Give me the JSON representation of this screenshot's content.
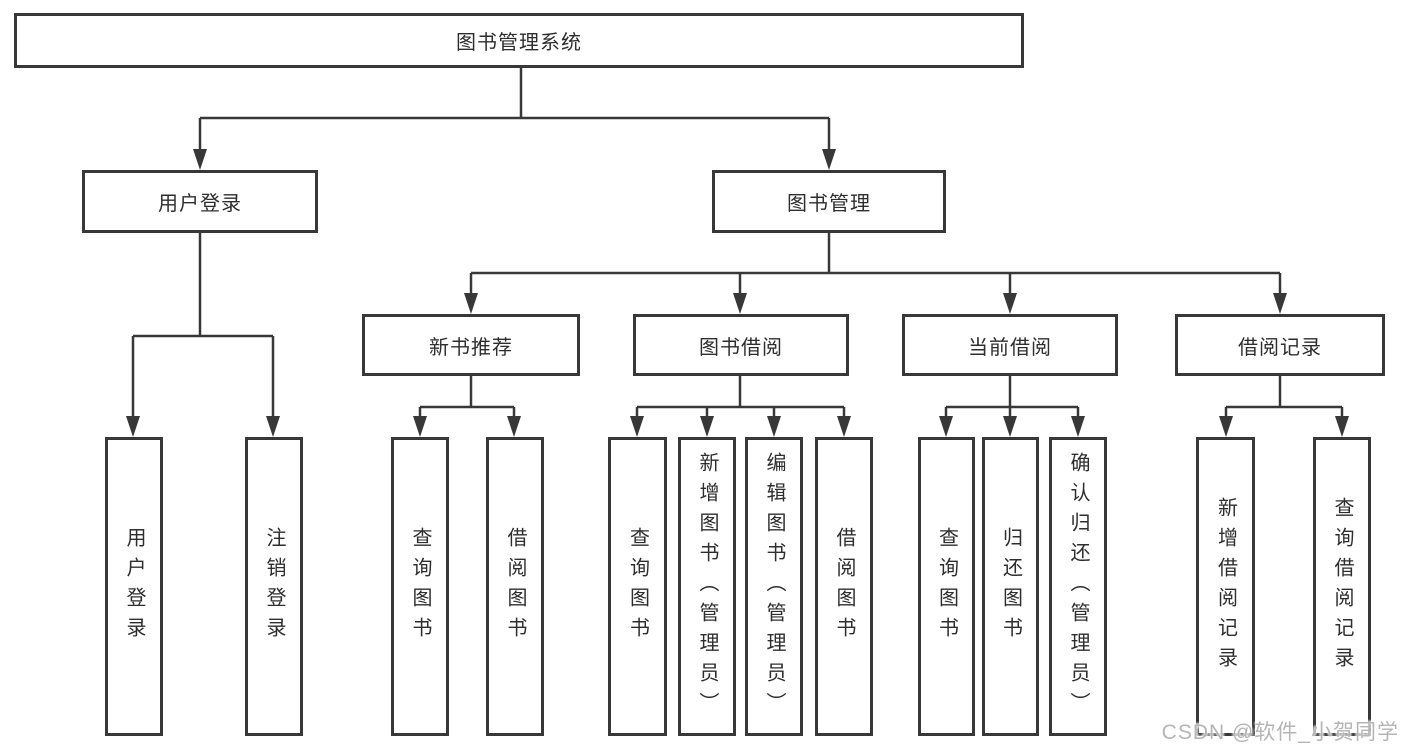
{
  "diagram": {
    "root": {
      "label": "图书管理系统"
    },
    "level2": [
      {
        "id": "user-login",
        "label": "用户登录"
      },
      {
        "id": "book-management",
        "label": "图书管理"
      }
    ],
    "level3": [
      {
        "id": "new-book-recommendation",
        "label": "新书推荐"
      },
      {
        "id": "book-borrowing",
        "label": "图书借阅"
      },
      {
        "id": "current-borrowing",
        "label": "当前借阅"
      },
      {
        "id": "borrowing-records",
        "label": "借阅记录"
      }
    ],
    "leaves": [
      {
        "id": "user-login",
        "label": "用户登录"
      },
      {
        "id": "logout",
        "label": "注销登录"
      },
      {
        "id": "query-books-recommend",
        "label": "查询图书"
      },
      {
        "id": "borrow-books-recommend",
        "label": "借阅图书"
      },
      {
        "id": "query-books-borrowing",
        "label": "查询图书"
      },
      {
        "id": "add-book-admin",
        "label": "新增图书（管理员）"
      },
      {
        "id": "edit-book-admin",
        "label": "编辑图书（管理员）"
      },
      {
        "id": "borrow-books-borrowing",
        "label": "借阅图书"
      },
      {
        "id": "query-books-current",
        "label": "查询图书"
      },
      {
        "id": "return-books",
        "label": "归还图书"
      },
      {
        "id": "confirm-return-admin",
        "label": "确认归还（管理员）"
      },
      {
        "id": "add-borrow-record",
        "label": "新增借阅记录"
      },
      {
        "id": "query-borrow-record",
        "label": "查询借阅记录"
      }
    ]
  },
  "watermark": {
    "text": "CSDN @软件_小贺同学"
  },
  "colors": {
    "line": "#383838",
    "text": "#2e2e2e",
    "background": "#ffffff",
    "watermark": "#b5b5b5"
  }
}
